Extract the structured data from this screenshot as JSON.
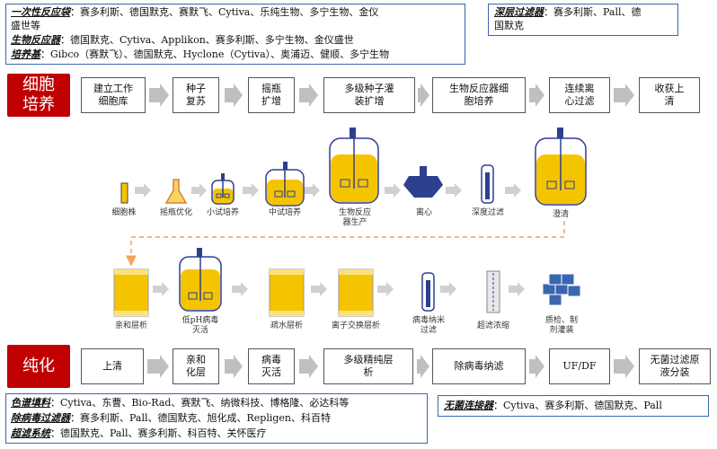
{
  "top_left_box": {
    "row1_label": "一次性反应袋",
    "row1_text": "：赛多利斯、德国默克、赛默飞、Cytiva、乐纯生物、多宁生物、金仪",
    "row1_cont": "盛世等",
    "row2_label": "生物反应器",
    "row2_text": "：德国默克、Cytiva、Applikon、赛多利斯、多宁生物、金仪盛世",
    "row3_label": "培养基",
    "row3_text": "：Gibco（赛默飞）、德国默克、Hyclone（Cytiva）、奥浦迈、健顺、多宁生物"
  },
  "top_right_box": {
    "label": "深层过滤器",
    "text": "：赛多利斯、Pall、德",
    "cont": "国默克"
  },
  "section_culture": "细胞\n培养",
  "section_purify": "纯化",
  "culture_steps": [
    "建立工作\n细胞库",
    "种子\n复苏",
    "摇瓶\n扩增",
    "多级种子灌\n装扩增",
    "生物反应器细\n胞培养",
    "连续离\n心过滤",
    "收获上\n清"
  ],
  "culture_icons": [
    "细胞株",
    "摇瓶优化",
    "小试培养",
    "中试培养",
    "生物反应\n器生产",
    "离心",
    "深度过滤",
    "澄清"
  ],
  "purify_icons": [
    "亲和层析",
    "低pH病毒\n灭活",
    "疏水层析",
    "离子交换层析",
    "病毒纳米\n过滤",
    "超滤浓缩",
    "质检、制\n剂灌装"
  ],
  "purify_steps": [
    "上清",
    "亲和\n化层",
    "病毒\n灭活",
    "多级精纯层\n析",
    "除病毒纳滤",
    "UF/DF",
    "无菌过滤原\n液分装"
  ],
  "bottom_left_box": {
    "row1_label": "色谱填料",
    "row1_text": "：Cytiva、东曹、Bio-Rad、赛默飞、纳微科技、博格隆、必达科等",
    "row2_label": "除病毒过滤器",
    "row2_text": "：赛多利斯、Pall、德国默克、旭化成、Repligen、科百特",
    "row3_label": "超滤系统",
    "row3_text": "：德国默克、Pall、赛多利斯、科百特、关怀医疗"
  },
  "bottom_right_box": {
    "label": "无菌连接器",
    "text": "：Cytiva、赛多利斯、德国默克、Pall"
  },
  "colors": {
    "red": "#c00000",
    "blue": "#3a66b0",
    "yellow": "#f5c400",
    "navy": "#2f3f8f",
    "arrow": "#bfbfbf",
    "dash": "#f4a261"
  }
}
